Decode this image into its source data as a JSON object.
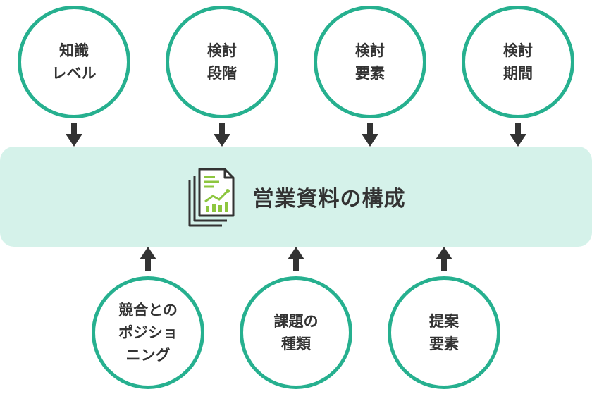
{
  "top_nodes": [
    {
      "lines": [
        "知識",
        "レベル"
      ]
    },
    {
      "lines": [
        "検討",
        "段階"
      ]
    },
    {
      "lines": [
        "検討",
        "要素"
      ]
    },
    {
      "lines": [
        "検討",
        "期間"
      ]
    }
  ],
  "center": {
    "title": "営業資料の構成",
    "icon": "documents-chart-icon",
    "accent": "#26b08f"
  },
  "bottom_nodes": [
    {
      "lines": [
        "競合との",
        "ポジショ",
        "ニング"
      ]
    },
    {
      "lines": [
        "課題の",
        "種類"
      ]
    },
    {
      "lines": [
        "提案",
        "要素"
      ]
    }
  ],
  "colors": {
    "circle_border": "#26b08f",
    "band_bg": "#d5f2ea",
    "arrow": "#333333",
    "icon_accent": "#8dc63f"
  }
}
